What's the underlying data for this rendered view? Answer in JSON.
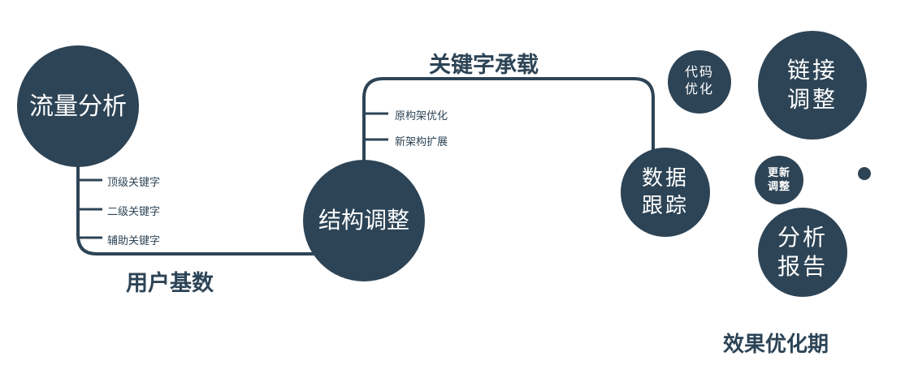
{
  "colors": {
    "primary_navy": "#2d4456",
    "node_text": "#ffffff",
    "background": "#ffffff"
  },
  "nodes": {
    "traffic": {
      "label": "流量分析"
    },
    "structure": {
      "label": "结构调整"
    },
    "tracking": {
      "line1": "数据",
      "line2": "跟踪"
    },
    "code": {
      "line1": "代码",
      "line2": "优化"
    },
    "link": {
      "line1": "链接",
      "line2": "调整"
    },
    "update": {
      "line1": "更新",
      "line2": "调整"
    },
    "report": {
      "line1": "分析",
      "line2": "报告"
    }
  },
  "edge_labels": {
    "user_base": "用户基数",
    "keyword_carry": "关键字承载"
  },
  "branches": {
    "traffic": [
      "顶级关键字",
      "二级关键字",
      "辅助关键字"
    ],
    "structure": [
      "原构架优化",
      "新架构扩展"
    ]
  },
  "footer_label": "效果优化期"
}
